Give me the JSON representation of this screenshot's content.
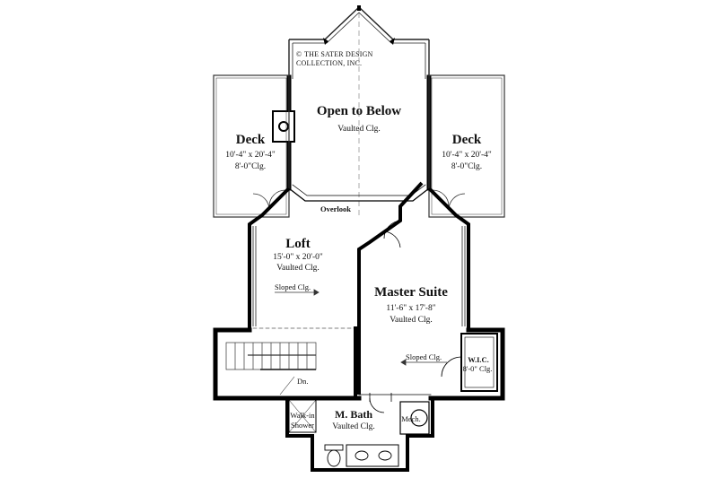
{
  "copyright": {
    "symbol": "©",
    "line1": "THE SATER DESIGN",
    "line2": "COLLECTION, INC."
  },
  "rooms": {
    "open_to_below": {
      "name": "Open to Below",
      "ceiling": "Vaulted Clg."
    },
    "deck_left": {
      "name": "Deck",
      "size": "10'-4\" x 20'-4\"",
      "ceiling": "8'-0\"Clg."
    },
    "deck_right": {
      "name": "Deck",
      "size": "10'-4\" x 20'-4\"",
      "ceiling": "8'-0\"Clg."
    },
    "overlook": {
      "name": "Overlook"
    },
    "loft": {
      "name": "Loft",
      "size": "15'-0\" x 20'-0\"",
      "ceiling": "Vaulted Clg.",
      "slope": "Sloped Clg."
    },
    "master_suite": {
      "name": "Master Suite",
      "size": "11'-6\" x 17'-8\"",
      "ceiling": "Vaulted Clg.",
      "slope": "Sloped Clg."
    },
    "wic": {
      "name": "W.I.C.",
      "ceiling": "8'-0\" Clg."
    },
    "stairs": {
      "label": "Dn."
    },
    "master_bath": {
      "name": "M. Bath",
      "ceiling": "Vaulted Clg."
    },
    "walk_in_shower": {
      "line1": "Walk-in",
      "line2": "Shower"
    },
    "mech": {
      "name": "Mech."
    }
  },
  "colors": {
    "wall": "#000000",
    "line": "#333333",
    "paper": "#ffffff"
  }
}
